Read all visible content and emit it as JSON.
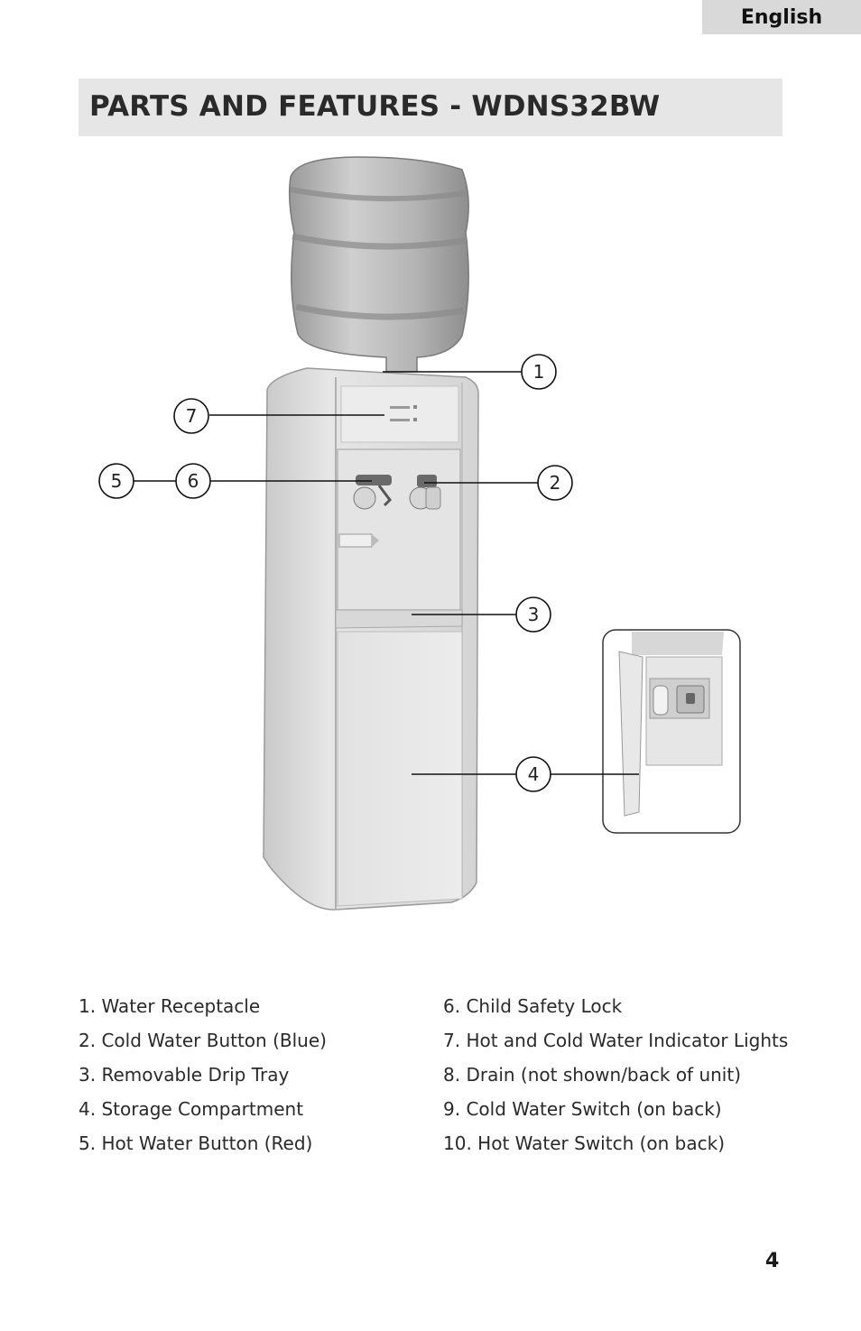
{
  "header": {
    "language_tab": "English"
  },
  "title": "PARTS AND FEATURES - WDNS32BW",
  "figure": {
    "callouts": [
      "1",
      "2",
      "3",
      "4",
      "5",
      "6",
      "7"
    ]
  },
  "parts_left": [
    "1. Water Receptacle",
    "2. Cold Water Button (Blue)",
    "3. Removable  Drip Tray",
    "4. Storage Compartment",
    "5. Hot Water Button (Red)"
  ],
  "parts_right": [
    "6. Child Safety Lock",
    "7. Hot and Cold Water Indicator Lights",
    "8. Drain (not shown/back of unit)",
    "9. Cold Water Switch (on back)",
    "10. Hot Water Switch (on back)"
  ],
  "page_number": "4"
}
